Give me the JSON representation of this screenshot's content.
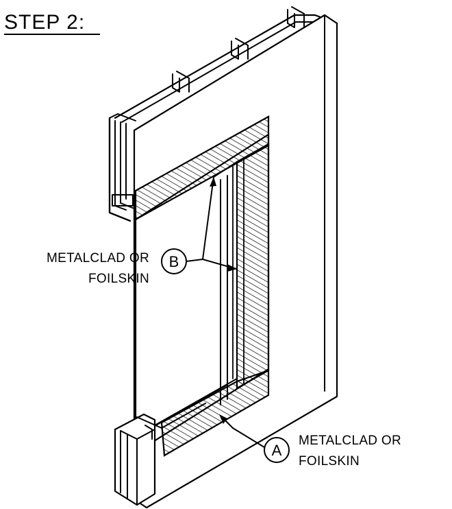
{
  "title": "STEP 2:",
  "callouts": [
    {
      "letter": "B",
      "text_lines": [
        "METALCLAD OR",
        "FOILSKIN"
      ]
    },
    {
      "letter": "A",
      "text_lines": [
        "METALCLAD OR",
        "FOILSKIN"
      ]
    }
  ],
  "colors": {
    "line": "#000000",
    "background": "#ffffff"
  }
}
